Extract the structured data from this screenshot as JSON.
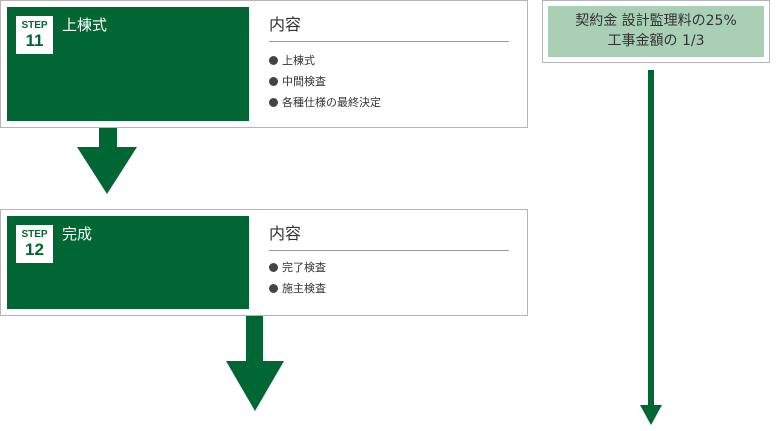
{
  "steps": [
    {
      "badge_label": "STEP",
      "number": "11",
      "title": "上棟式",
      "content_heading": "内容",
      "items": [
        "上棟式",
        "中間検査",
        "各種仕様の最終決定"
      ]
    },
    {
      "badge_label": "STEP",
      "number": "12",
      "title": "完成",
      "content_heading": "内容",
      "items": [
        "完了検査",
        "施主検査"
      ]
    }
  ],
  "fee_note": {
    "line1": "契約金 設計監理料の25%",
    "line2": "工事金額の 1/3"
  },
  "colors": {
    "brand_green": "#006633",
    "light_green": "#a9cfb6",
    "border_gray": "#b5b5b5"
  }
}
